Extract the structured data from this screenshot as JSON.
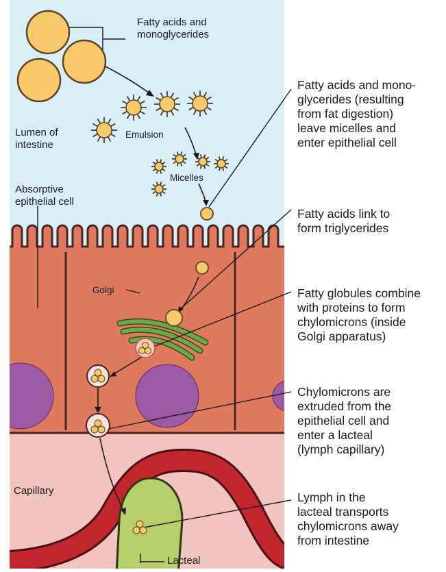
{
  "diagram": {
    "labels": {
      "fatty_acids_monoglycerides": "Fatty acids and\nmonoglycerides",
      "lumen": "Lumen of\nintestine",
      "emulsion": "Emulsion",
      "micelles": "Micelles",
      "absorptive_cell": "Absorptive\nepithelial cell",
      "golgi": "Golgi",
      "capillary": "Capillary",
      "lacteal": "Lacteal"
    },
    "steps": [
      "Fatty acids and mono-\nglycerides (resulting\nfrom fat digestion)\nleave micelles and\nenter epithelial cell",
      "Fatty acids link to\nform triglycerides",
      "Fatty globules combine\nwith proteins to form\nchylomicrons (inside\nGolgi apparatus)",
      "Chylomicrons are\nextruded from the\nepithelial cell and\nenter a lacteal\n(lymph capillary)",
      "Lymph in the\nlacteal transports\nchylomicrons away\nfrom intestine"
    ],
    "colors": {
      "lumen": "#d9eef7",
      "cell": "#e07a5f",
      "cell_dark": "#5a2a22",
      "interstitial": "#f2c4bf",
      "capillary": "#c0262c",
      "lacteal": "#b7cf6a",
      "nucleus": "#9b5aa3",
      "golgi": "#6fa84a",
      "fat": "#f7c96a",
      "fat_stroke": "#5a4520"
    }
  }
}
